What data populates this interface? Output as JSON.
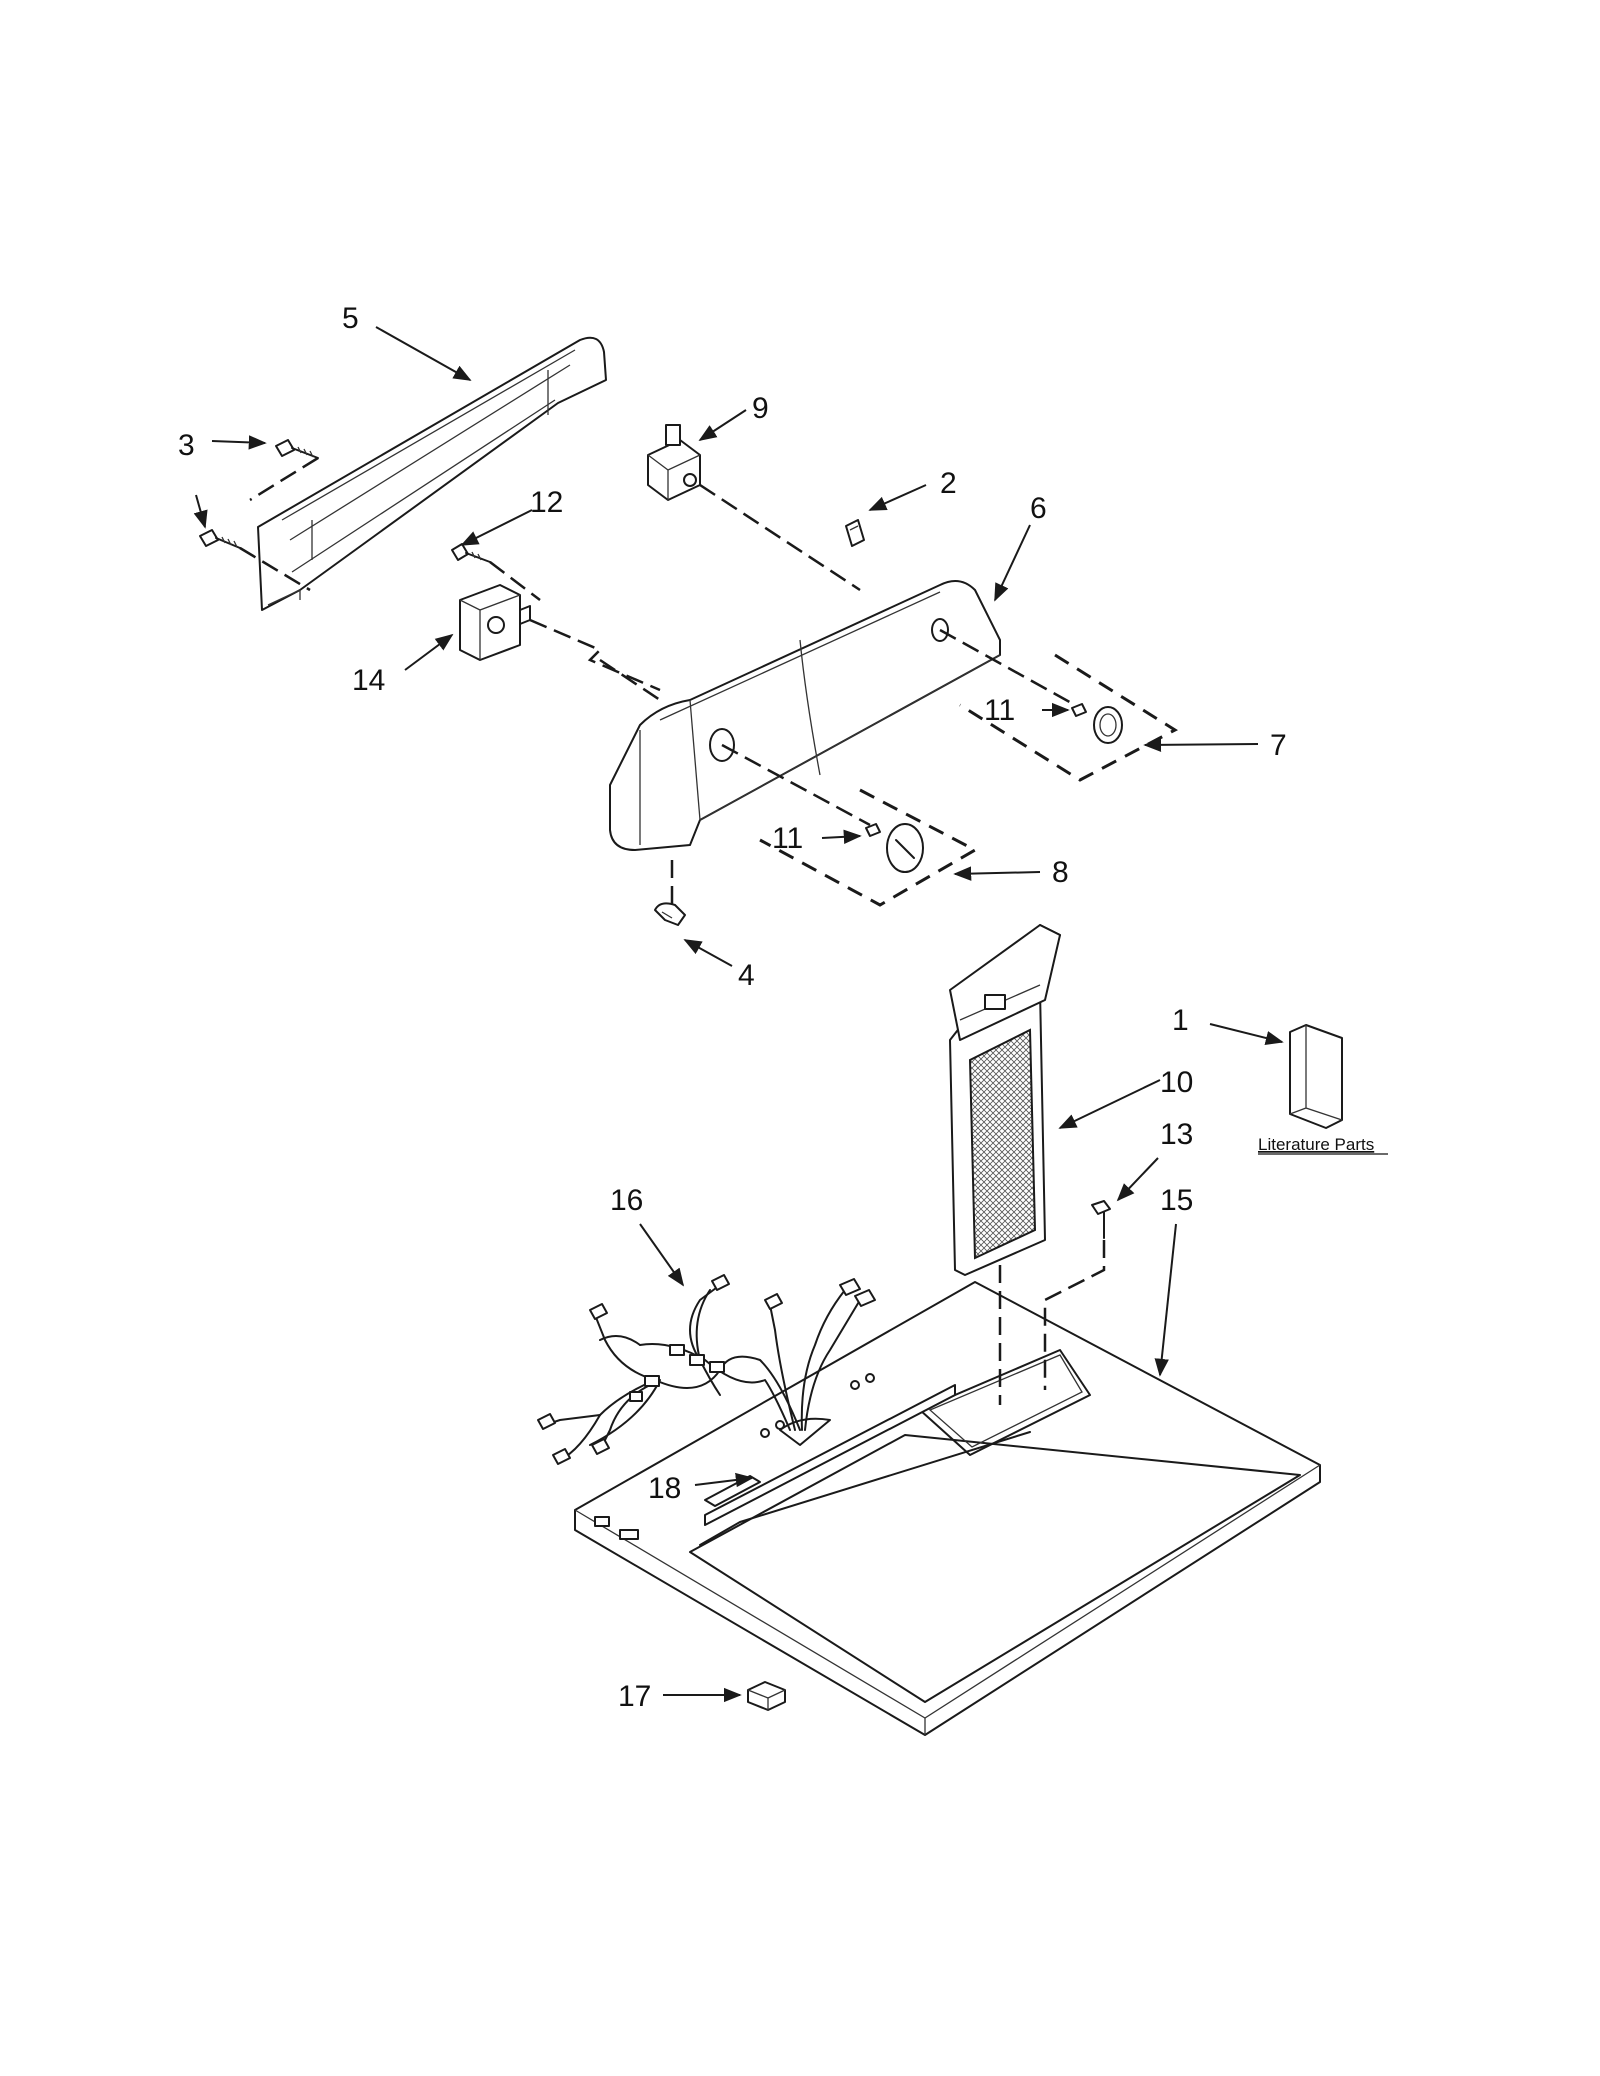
{
  "diagram": {
    "callouts": [
      {
        "id": "c1",
        "label": "1"
      },
      {
        "id": "c2",
        "label": "2"
      },
      {
        "id": "c3",
        "label": "3"
      },
      {
        "id": "c4",
        "label": "4"
      },
      {
        "id": "c5",
        "label": "5"
      },
      {
        "id": "c6",
        "label": "6"
      },
      {
        "id": "c7",
        "label": "7"
      },
      {
        "id": "c8",
        "label": "8"
      },
      {
        "id": "c9",
        "label": "9"
      },
      {
        "id": "c10",
        "label": "10"
      },
      {
        "id": "c11a",
        "label": "11"
      },
      {
        "id": "c11b",
        "label": "11"
      },
      {
        "id": "c12",
        "label": "12"
      },
      {
        "id": "c13",
        "label": "13"
      },
      {
        "id": "c14",
        "label": "14"
      },
      {
        "id": "c15",
        "label": "15"
      },
      {
        "id": "c16",
        "label": "16"
      },
      {
        "id": "c17",
        "label": "17"
      },
      {
        "id": "c18",
        "label": "18"
      }
    ],
    "literature_label": "Literature Parts"
  }
}
